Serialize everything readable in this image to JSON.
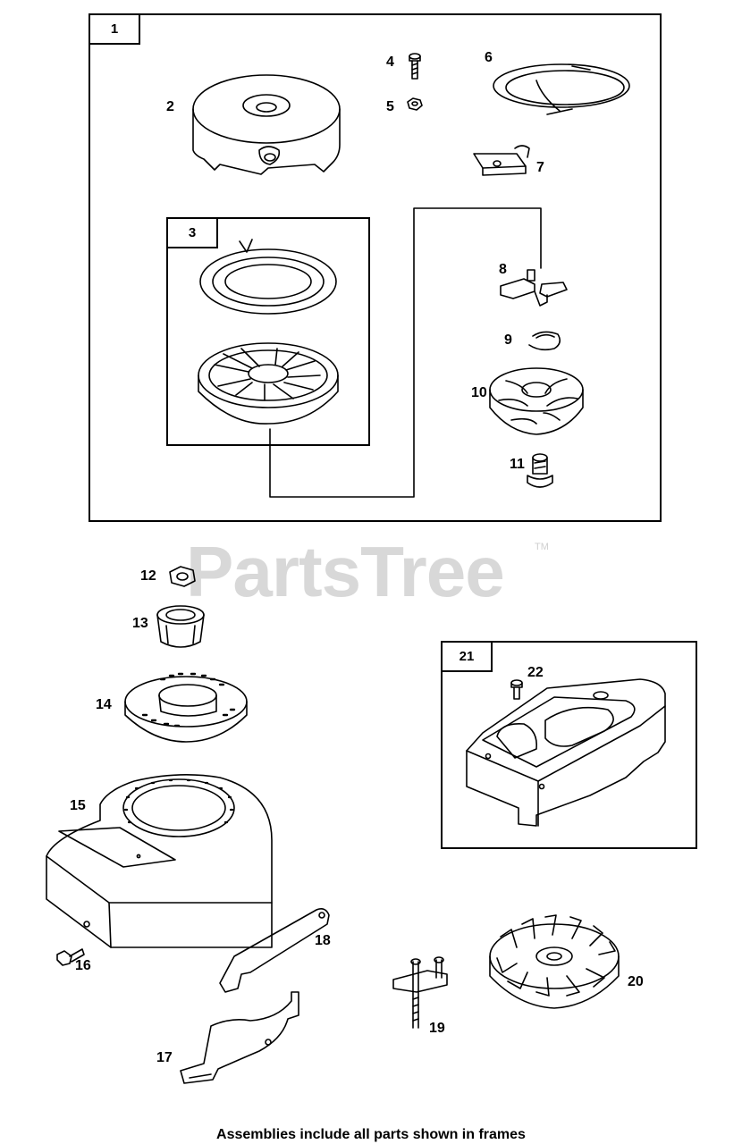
{
  "watermark": {
    "brand": "PartsTree",
    "tm": "TM"
  },
  "frames": {
    "f1": "1",
    "f3": "3",
    "f21": "21"
  },
  "callouts": {
    "p2": "2",
    "p4": "4",
    "p5": "5",
    "p6": "6",
    "p7": "7",
    "p8": "8",
    "p9": "9",
    "p10": "10",
    "p11": "11",
    "p12": "12",
    "p13": "13",
    "p14": "14",
    "p15": "15",
    "p16": "16",
    "p17": "17",
    "p18": "18",
    "p19": "19",
    "p20": "20",
    "p22": "22"
  },
  "footnote": "Assemblies include all parts shown in frames"
}
